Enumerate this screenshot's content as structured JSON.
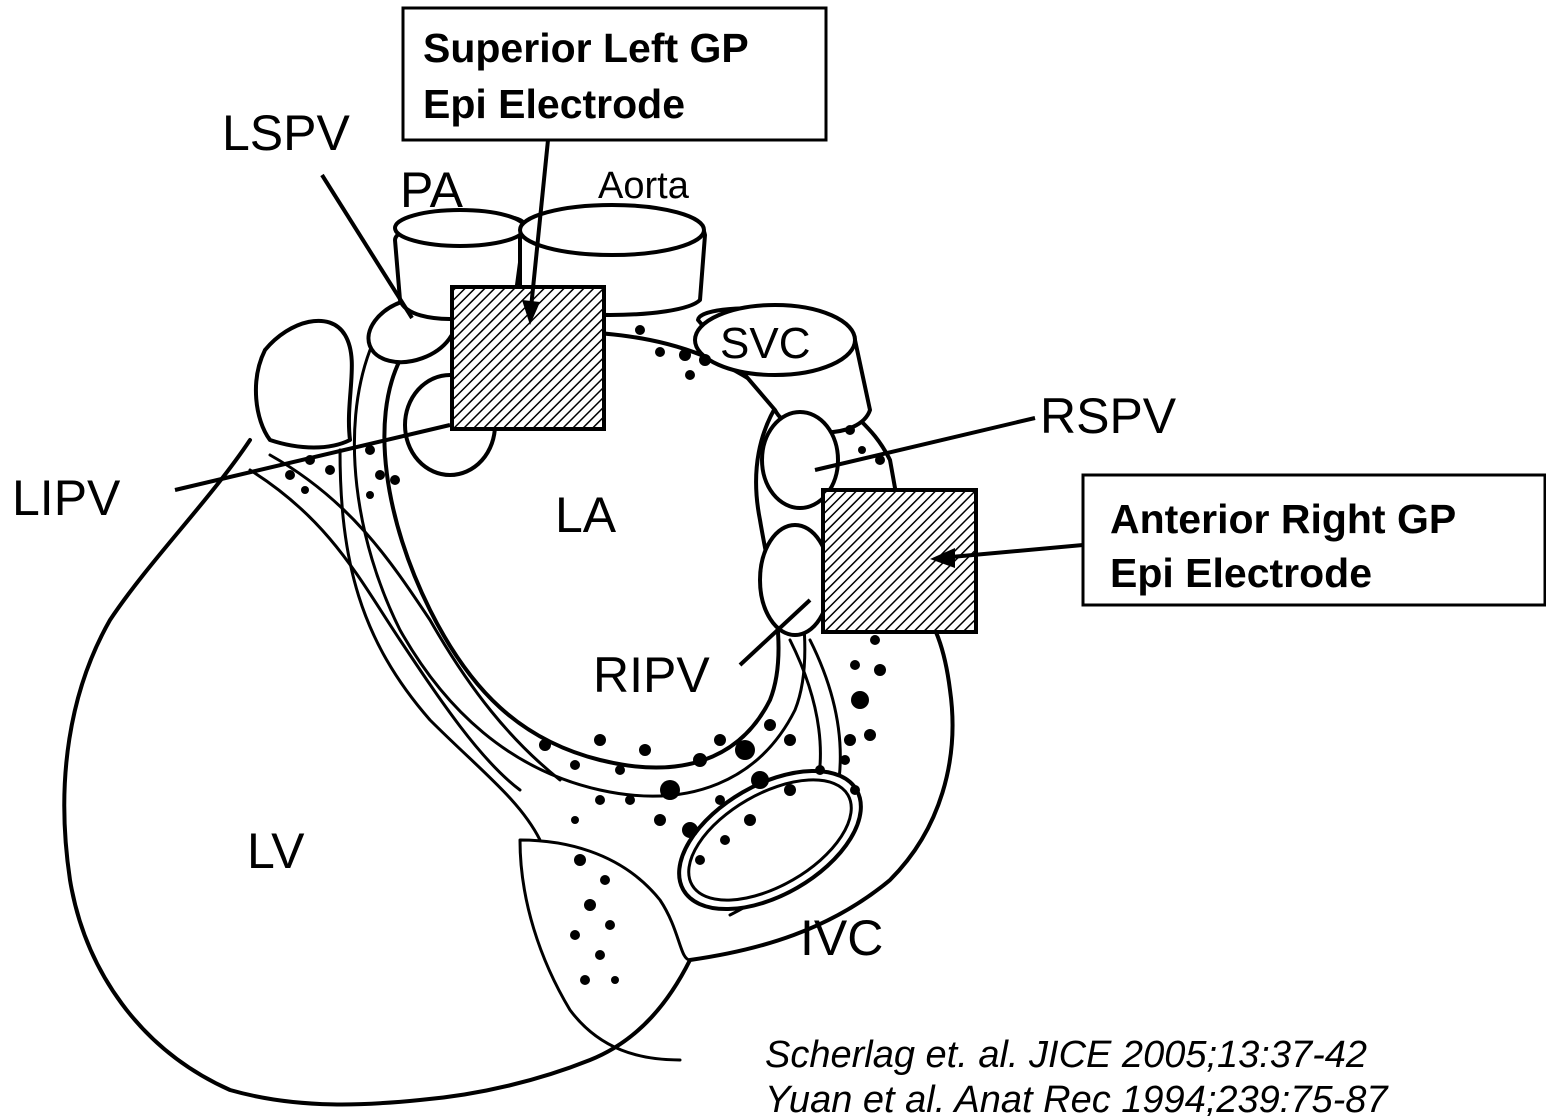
{
  "labels": {
    "lspv": "LSPV",
    "pa": "PA",
    "aorta": "Aorta",
    "svc": "SVC",
    "rspv": "RSPV",
    "lipv": "LIPV",
    "la": "LA",
    "ripv": "RIPV",
    "lv": "LV",
    "ivc": "IVC"
  },
  "callouts": {
    "superior_left": {
      "line1": "Superior Left GP",
      "line2": "Epi Electrode"
    },
    "anterior_right": {
      "line1": "Anterior Right GP",
      "line2": "Epi Electrode"
    }
  },
  "citations": [
    "Scherlag et. al. JICE 2005;13:37-42",
    "Yuan et al. Anat Rec 1994;239:75-87"
  ]
}
